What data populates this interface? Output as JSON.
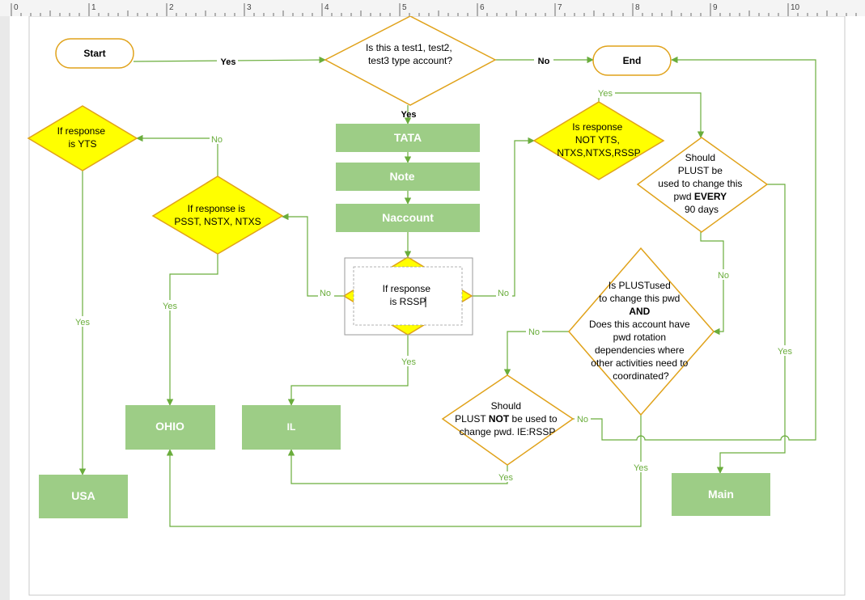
{
  "ruler": {
    "numbers": [
      "0",
      "1",
      "2",
      "3",
      "4",
      "5",
      "6",
      "7",
      "8",
      "9",
      "10"
    ]
  },
  "nodes": {
    "start": "Start",
    "end": "End",
    "q_account": [
      "Is this a test1, test2,",
      "test3 type account?"
    ],
    "tata": "TATA",
    "note": "Note",
    "naccount": "Naccount",
    "q_rssp": [
      "If response",
      "is RSSP"
    ],
    "q_psst": [
      "If response is",
      "PSST, NSTX, NTXS"
    ],
    "q_yts": [
      "If response",
      "is YTS"
    ],
    "q_not_yts": [
      "Is response",
      "NOT YTS,",
      "NTXS,NTXS,RSSP"
    ],
    "q_every90": {
      "l1": "Should",
      "l2": "PLUST be",
      "l3": "used to change this",
      "l4a": "pwd ",
      "l4b": "EVERY",
      "l5": "90 days"
    },
    "q_plust_used": {
      "l1": "Is PLUSTused",
      "l2": "to change this pwd",
      "l3": "AND",
      "l4": "Does this account have",
      "l5": "pwd rotation",
      "l6": "dependencies where",
      "l7": "other activities need to",
      "l8": "coordinated?"
    },
    "q_not_used": {
      "l1": "Should",
      "l2a": "PLUST ",
      "l2b": "NOT",
      "l2c": " be used to",
      "l3": "change pwd. IE:RSSP"
    },
    "ohio": "OHIO",
    "il": "IL",
    "usa": "USA",
    "main": "Main"
  },
  "edge_labels": {
    "start_yes": "Yes",
    "account_no": "No",
    "account_yes": "Yes",
    "yts_no": "No",
    "rssp_no_left": "No",
    "rssp_no_right": "No",
    "psst_yes": "Yes",
    "yts_yes": "Yes",
    "rssp_yes": "Yes",
    "every90_yes_top": "Yes",
    "every90_no": "No",
    "every90_yes": "Yes",
    "plust_no": "No",
    "plust_yes": "Yes",
    "notused_no": "No",
    "notused_yes": "Yes"
  },
  "colors": {
    "process_fill": "#9dcd86",
    "decision_fill": "#ffff00",
    "connector": "#6aad3c",
    "outline_orange": "#e0a21a"
  }
}
